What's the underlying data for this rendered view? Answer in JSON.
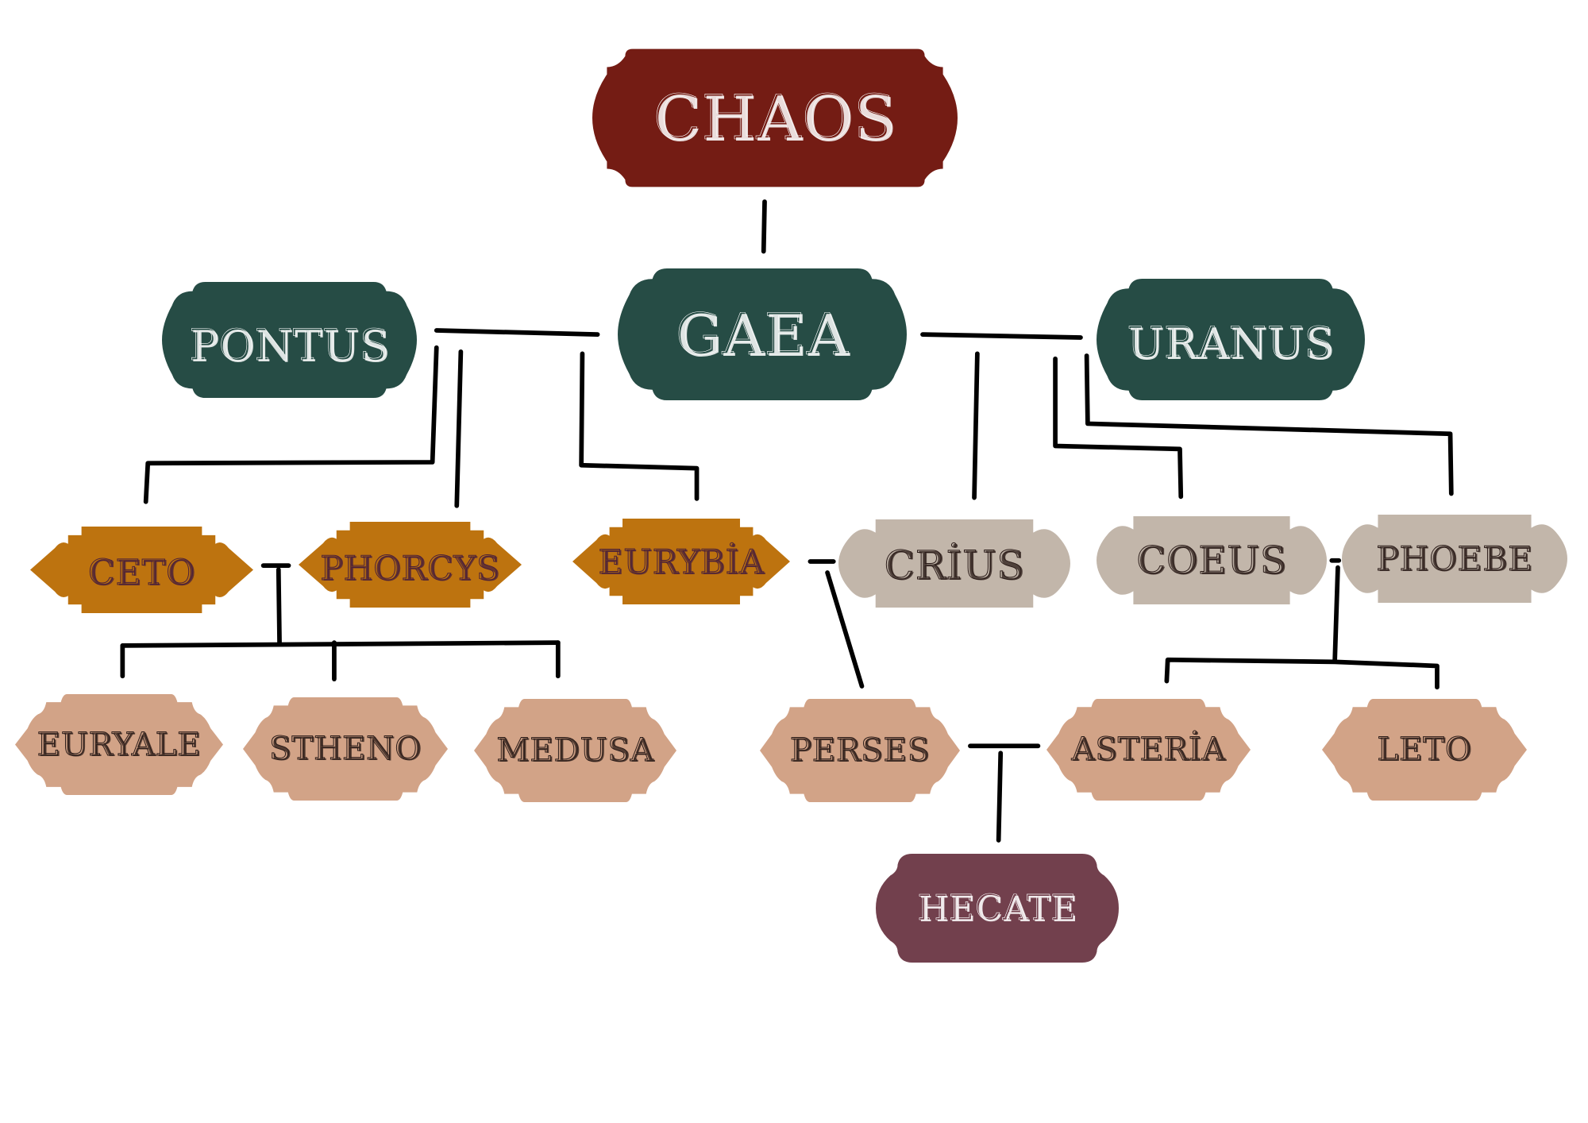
{
  "title": "Greek primordial and titan family tree",
  "colors": {
    "chaos": "#741c14",
    "primordial": "#264c45",
    "sea": "#bd730f",
    "titan": "#c2b6aa",
    "offspring": "#d2a387",
    "hecate": "#72404d",
    "line": "#000000"
  },
  "nodes": {
    "chaos": {
      "label": "CHAOS",
      "group": "chaos"
    },
    "gaea": {
      "label": "GAEA",
      "group": "primordial"
    },
    "pontus": {
      "label": "PONTUS",
      "group": "primordial"
    },
    "uranus": {
      "label": "URANUS",
      "group": "primordial"
    },
    "ceto": {
      "label": "CETO",
      "group": "sea"
    },
    "phorcys": {
      "label": "PHORCYS",
      "group": "sea"
    },
    "eurybia": {
      "label": "EURYBİA",
      "group": "sea"
    },
    "crius": {
      "label": "CRİUS",
      "group": "titan"
    },
    "coeus": {
      "label": "COEUS",
      "group": "titan"
    },
    "phoebe": {
      "label": "PHOEBE",
      "group": "titan"
    },
    "euryale": {
      "label": "EURYALE",
      "group": "offspring"
    },
    "stheno": {
      "label": "STHENO",
      "group": "offspring"
    },
    "medusa": {
      "label": "MEDUSA",
      "group": "offspring"
    },
    "perses": {
      "label": "PERSES",
      "group": "offspring"
    },
    "asteria": {
      "label": "ASTERİA",
      "group": "offspring"
    },
    "leto": {
      "label": "LETO",
      "group": "offspring"
    },
    "hecate": {
      "label": "HECATE",
      "group": "hecate"
    }
  },
  "relations": [
    {
      "type": "parent",
      "from": "chaos",
      "to": "gaea"
    },
    {
      "type": "union",
      "a": "pontus",
      "b": "gaea",
      "children": [
        "ceto",
        "phorcys",
        "eurybia"
      ]
    },
    {
      "type": "union",
      "a": "gaea",
      "b": "uranus",
      "children": [
        "crius",
        "coeus",
        "phoebe"
      ]
    },
    {
      "type": "union",
      "a": "ceto",
      "b": "phorcys",
      "children": [
        "euryale",
        "stheno",
        "medusa"
      ]
    },
    {
      "type": "union",
      "a": "eurybia",
      "b": "crius",
      "children": [
        "perses"
      ]
    },
    {
      "type": "union",
      "a": "coeus",
      "b": "phoebe",
      "children": [
        "asteria",
        "leto"
      ]
    },
    {
      "type": "union",
      "a": "perses",
      "b": "asteria",
      "children": [
        "hecate"
      ]
    }
  ]
}
